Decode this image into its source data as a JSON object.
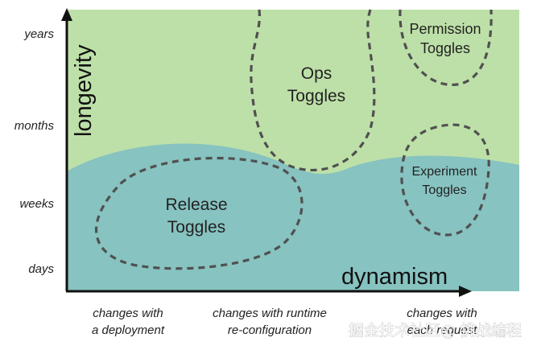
{
  "y_axis": {
    "title": "longevity",
    "ticks": [
      "years",
      "months",
      "weeks",
      "days"
    ]
  },
  "x_axis": {
    "title": "dynamism",
    "ticks": [
      {
        "line1": "changes with",
        "line2": "a deployment"
      },
      {
        "line1": "changes with runtime",
        "line2": "re-configuration"
      },
      {
        "line1": "changes with",
        "line2": "each request"
      }
    ]
  },
  "regions": [
    {
      "name": "ops",
      "line1": "Ops",
      "line2": "Toggles"
    },
    {
      "name": "permission",
      "line1": "Permission",
      "line2": "Toggles"
    },
    {
      "name": "release",
      "line1": "Release",
      "line2": "Toggles"
    },
    {
      "name": "experiment",
      "line1": "Experiment",
      "line2": "Toggles"
    }
  ],
  "watermark": "掘金技术社区@ 挑战编程",
  "colors": {
    "upper_band": "#bde0a8",
    "lower_band": "#87c3c0",
    "outline": "#505050",
    "axis": "#111111"
  }
}
